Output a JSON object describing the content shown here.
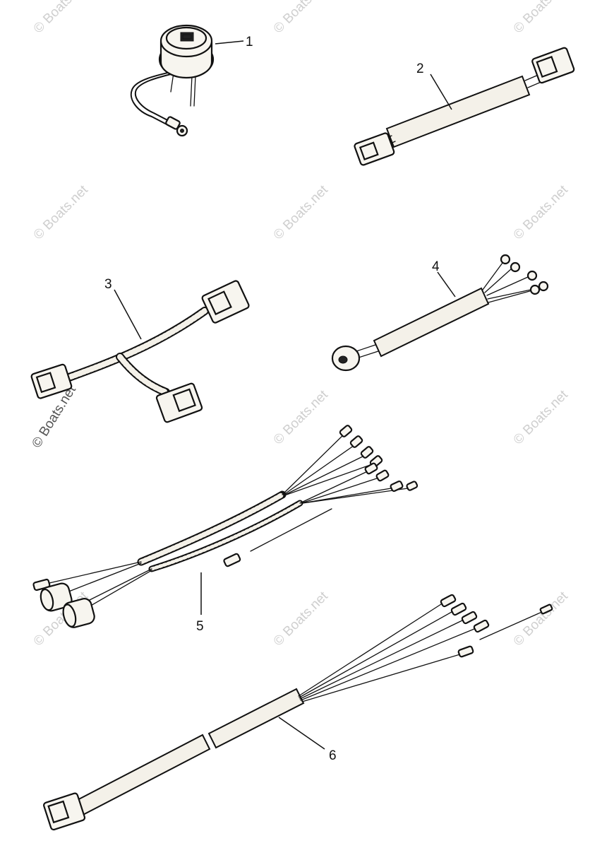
{
  "watermark": "© Boats.net",
  "callouts": [
    "1",
    "2",
    "3",
    "4",
    "5",
    "6"
  ]
}
